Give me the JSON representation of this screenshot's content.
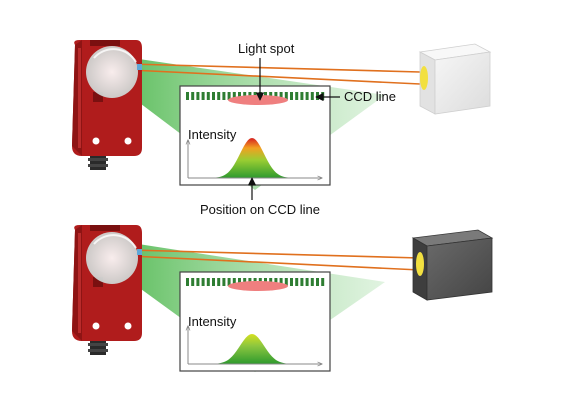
{
  "labels": {
    "light_spot": "Light spot",
    "ccd_line": "CCD line",
    "intensity_top": "Intensity",
    "position": "Position on CCD line",
    "intensity_bottom": "Intensity"
  },
  "colors": {
    "sensor_housing": "#b01c1c",
    "laser_beam": "#e0701e",
    "light_cone": "#5fc05f",
    "light_spot": "#ef7f7f",
    "ccd_segment": "#2e7d32",
    "target_light": "#ececec",
    "target_dark": "#555555",
    "target_spot": "#f2e040"
  },
  "panels": [
    {
      "name": "white-target",
      "peak_relative": 1.0
    },
    {
      "name": "dark-target",
      "peak_relative": 0.75
    }
  ]
}
